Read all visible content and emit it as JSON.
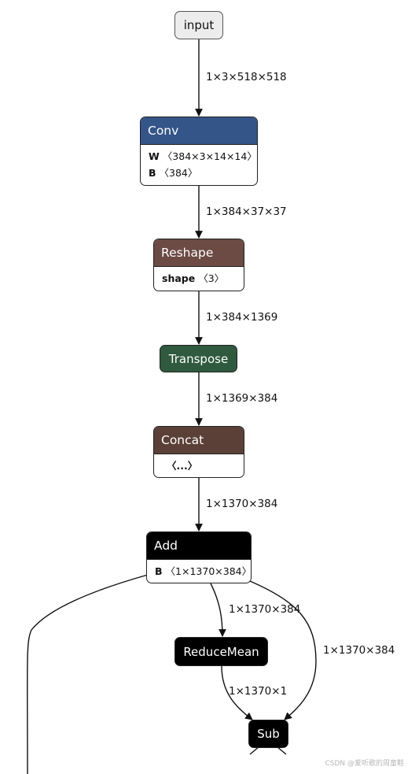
{
  "nodes": {
    "input": {
      "label": "input"
    },
    "conv": {
      "label": "Conv",
      "color": "#335588",
      "attrs": [
        {
          "name": "W",
          "value": "〈384×3×14×14〉"
        },
        {
          "name": "B",
          "value": "〈384〉"
        }
      ]
    },
    "reshape": {
      "label": "Reshape",
      "color": "#6b4b43",
      "attrs": [
        {
          "name": "shape",
          "value": "〈3〉"
        }
      ]
    },
    "transpose": {
      "label": "Transpose",
      "color": "#2f5a3e"
    },
    "concat": {
      "label": "Concat",
      "color": "#5b4038",
      "attrs": [
        {
          "name": "",
          "value": "〈...〉"
        }
      ]
    },
    "add": {
      "label": "Add",
      "color": "#000000",
      "attrs": [
        {
          "name": "B",
          "value": "〈1×1370×384〉"
        }
      ]
    },
    "reducemean": {
      "label": "ReduceMean",
      "color": "#000000"
    },
    "sub": {
      "label": "Sub",
      "color": "#000000"
    }
  },
  "edges": {
    "input_conv": "1×3×518×518",
    "conv_reshape": "1×384×37×37",
    "reshape_transpose": "1×384×1369",
    "transpose_concat": "1×1369×384",
    "concat_add": "1×1370×384",
    "add_reducemean": "1×1370×384",
    "add_sub": "1×1370×384",
    "reducemean_sub": "1×1370×1"
  },
  "watermark": "CSDN @爱听歌的周童鞋"
}
